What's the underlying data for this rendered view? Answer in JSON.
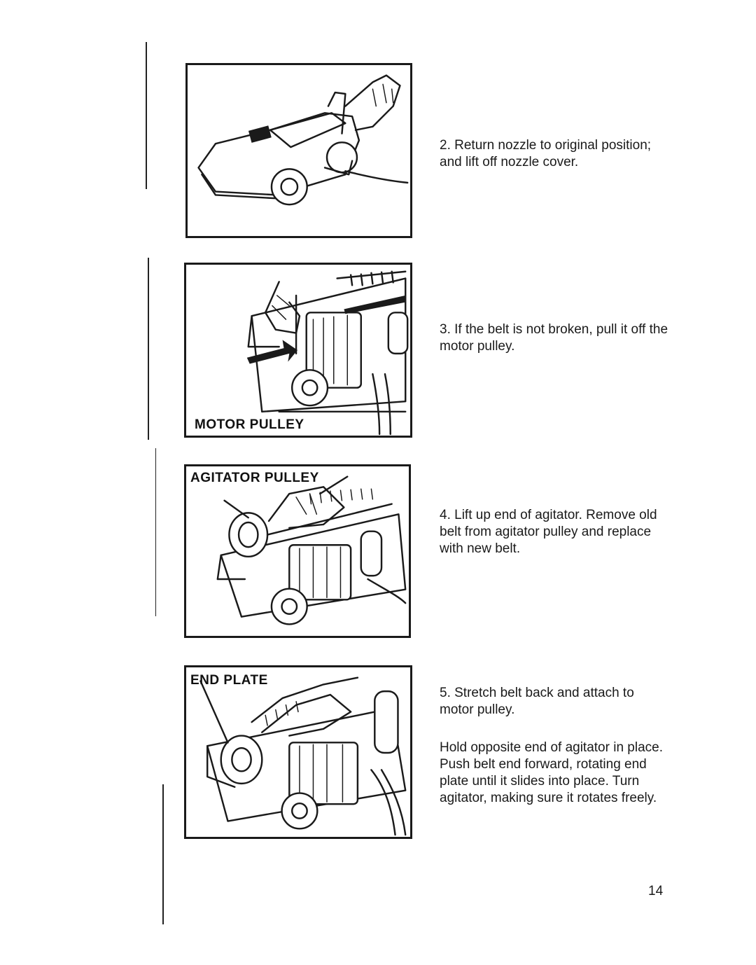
{
  "steps": [
    {
      "text": "2. Return nozzle to original position; and lift off nozzle cover.",
      "figure_label": ""
    },
    {
      "text": "3. If the belt is not broken, pull it off the motor pulley.",
      "figure_label": "MOTOR PULLEY"
    },
    {
      "text": "4. Lift up end of agitator. Remove old belt from agitator pulley and replace with new belt.",
      "figure_label": "AGITATOR PULLEY"
    },
    {
      "text": "5. Stretch belt back and attach to motor pulley.",
      "figure_label": "END PLATE",
      "note": "Hold opposite end of agitator in place. Push belt end forward, rotating end plate until it slides into place. Turn agitator, making sure it rotates freely."
    }
  ],
  "page_number": "14"
}
